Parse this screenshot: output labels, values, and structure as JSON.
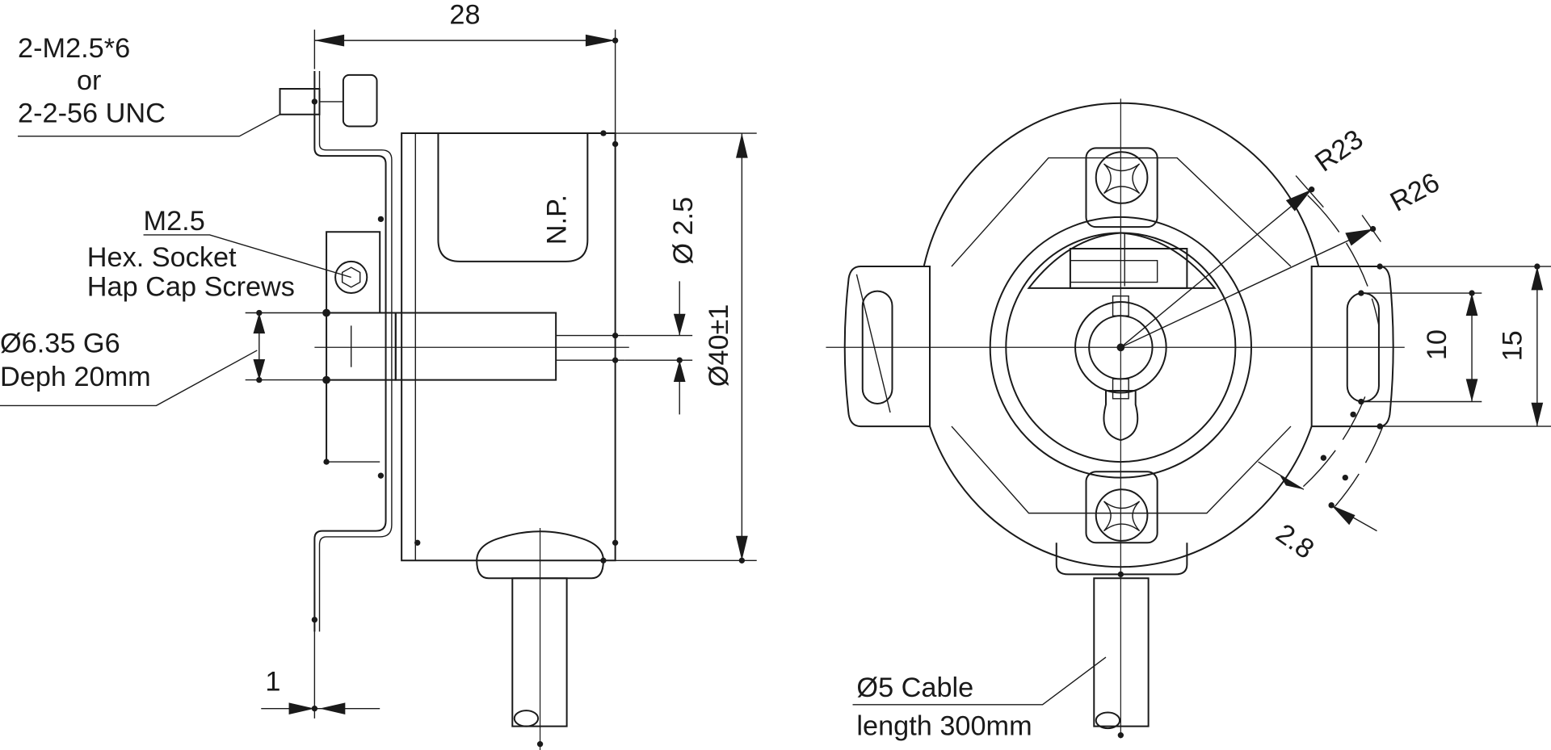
{
  "side_view": {
    "width_dim": "28",
    "screw_spec_line1": "2-M2.5*6",
    "screw_spec_line2": "or",
    "screw_spec_line3": "2-2-56 UNC",
    "hex_screw_line1": "M2.5",
    "hex_screw_line2": "Hex. Socket",
    "hex_screw_line3": "Hap Cap Screws",
    "shaft_line1": "Ø6.35 G6",
    "shaft_line2": "Deph 20mm",
    "nameplate": "N.P.",
    "hole_dim": "Ø 2.5",
    "body_dim": "Ø40±1",
    "flange_dim": "1"
  },
  "front_view": {
    "radius_inner": "R23",
    "radius_outer": "R26",
    "slot_width": "10",
    "tab_width": "15",
    "slot_offset": "2.8",
    "cable_line1": "Ø5 Cable",
    "cable_line2": "length 300mm"
  }
}
